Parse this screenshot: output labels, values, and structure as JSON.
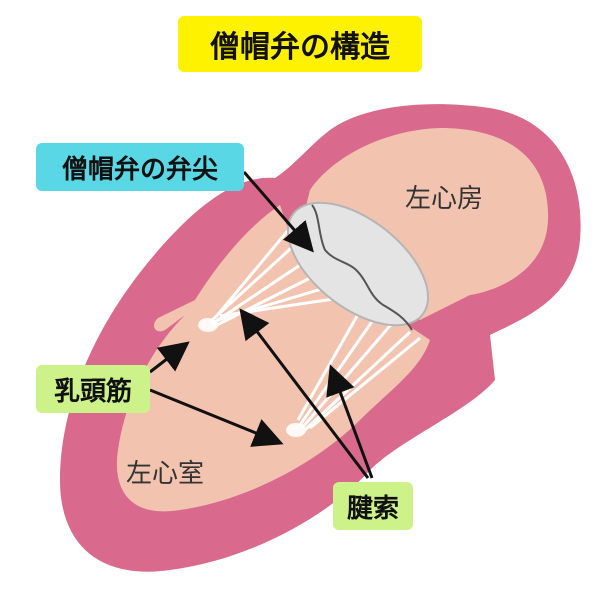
{
  "title": "僧帽弁の構造",
  "labels": {
    "cusp": "僧帽弁の弁尖",
    "papillary": "乳頭筋",
    "chordae": "腱索",
    "left_atrium": "左心房",
    "left_ventricle": "左心室"
  },
  "colors": {
    "title_bg": "#fff200",
    "cusp_bg": "#5ad7e4",
    "papillary_bg": "#cef28a",
    "chordae_bg": "#cef28a",
    "heart_wall": "#d96a8e",
    "chamber": "#f2c4b0",
    "valve": "#e4e4e4",
    "chordae_lines": "#ffffff"
  }
}
